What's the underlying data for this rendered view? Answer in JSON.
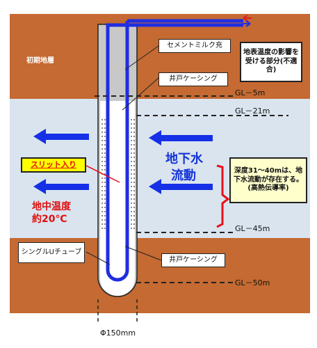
{
  "colors": {
    "soil": "#c46a32",
    "groundwater_zone": "#d9e4ef",
    "pipe_blue": "#1f2ee0",
    "pipe_red": "#e0201e",
    "arrow_blue": "#1530e6",
    "bracket_red": "#e8101a",
    "slit_label_bg": "#ffff00",
    "temperature_text": "#e01010",
    "flow_text": "#1435d8",
    "casing_gray": "#c8c8c8"
  },
  "labels": {
    "initial_stratum": "初期地層",
    "cement_milk": "セメントミルク充",
    "well_casing_upper": "井戸ケーシング",
    "well_casing_lower": "井戸ケーシング",
    "surface_temp_note": "地表温度の影響を受ける部分(不適合)",
    "slit": "スリット入り",
    "ground_temp_line1": "地中温度",
    "ground_temp_line2": "約20℃",
    "groundwater_flow_line1": "地下水",
    "groundwater_flow_line2": "流動",
    "depth_note": "深度31～40mは、地下水流動が存在する。(高熱伝導率)",
    "single_u_tube": "シングルUチューブ",
    "diameter": "Φ150mm"
  },
  "depth_marks": {
    "gl_5": "GL－5m",
    "gl_21": "GL－21m",
    "gl_45": "GL－45m",
    "gl_50": "GL－50m"
  },
  "icons": {
    "flow_arrows": "left-arrow",
    "pipe_direction": "in-out-arrows"
  }
}
